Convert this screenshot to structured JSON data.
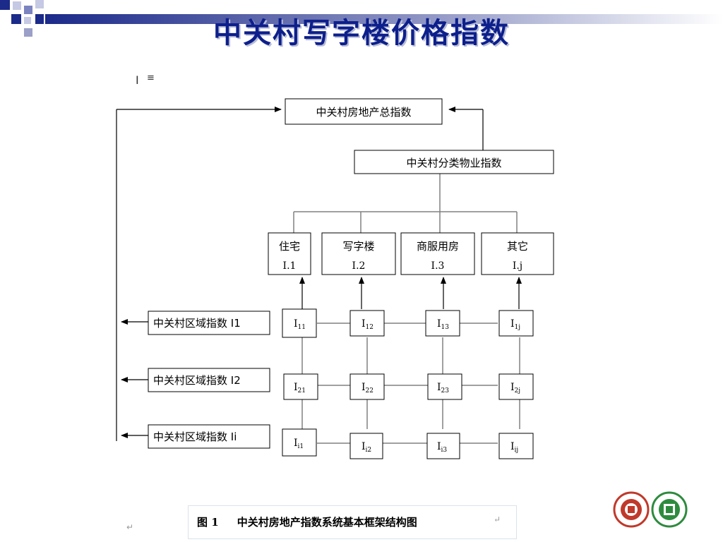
{
  "slide_title": "中关村写字楼价格指数",
  "diagram": {
    "root": "中关村房地产总指数",
    "category": "中关村分类物业指数",
    "types": [
      {
        "name": "住宅",
        "code": "I.1"
      },
      {
        "name": "写字楼",
        "code": "I.2"
      },
      {
        "name": "商服用房",
        "code": "I.3"
      },
      {
        "name": "其它",
        "code": "I.j"
      }
    ],
    "regions": [
      "中关村区域指数 I1",
      "中关村区域指数 I2",
      "中关村区域指数 Ii"
    ],
    "grid": [
      [
        {
          "b": "I",
          "s": "11"
        },
        {
          "b": "I",
          "s": "12"
        },
        {
          "b": "I",
          "s": "13"
        },
        {
          "b": "I",
          "s": "1j"
        }
      ],
      [
        {
          "b": "I",
          "s": "21"
        },
        {
          "b": "I",
          "s": "22"
        },
        {
          "b": "I",
          "s": "23"
        },
        {
          "b": "I",
          "s": "2j"
        }
      ],
      [
        {
          "b": "I",
          "s": "i1"
        },
        {
          "b": "I",
          "s": "i2"
        },
        {
          "b": "I",
          "s": "i3"
        },
        {
          "b": "I",
          "s": "ij"
        }
      ]
    ]
  },
  "caption": "图 1     中关村房地产指数系统基本框架结构图",
  "return_mark": "↵",
  "cursor_glyph": "I",
  "cursor_lines": "≡",
  "colors": {
    "title": "#0d1f8c",
    "deco_dark": "#1c2a8a",
    "deco_light": "#9aa0c8",
    "logo_red": "#c0392b",
    "logo_green": "#2e8b3e"
  },
  "icons": [
    "text-cursor-icon",
    "university-logo-icon",
    "institute-logo-icon"
  ]
}
